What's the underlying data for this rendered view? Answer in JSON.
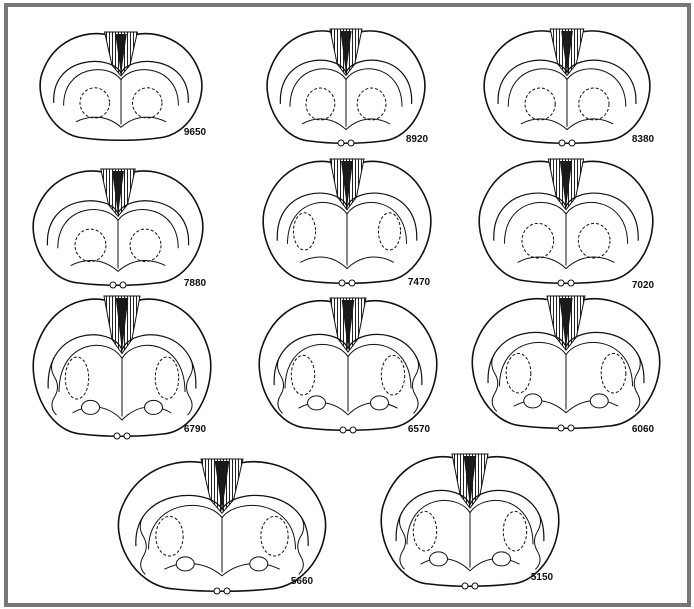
{
  "figure": {
    "panels": [
      {
        "label": "9650"
      },
      {
        "label": "8920"
      },
      {
        "label": "8380"
      },
      {
        "label": "7880"
      },
      {
        "label": "7470"
      },
      {
        "label": "7020"
      },
      {
        "label": "6790"
      },
      {
        "label": "6570"
      },
      {
        "label": "6060"
      },
      {
        "label": "5660"
      },
      {
        "label": "5150"
      }
    ]
  }
}
